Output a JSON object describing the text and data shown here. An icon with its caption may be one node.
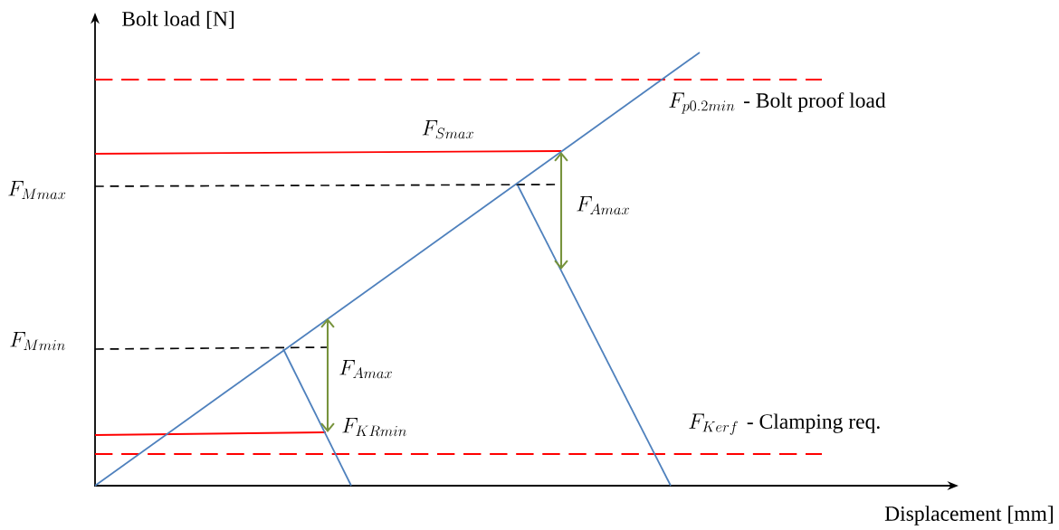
{
  "diagram": {
    "labels": [
      "Bolt load [N]",
      "F_{p0.2min}",
      "- Bolt proof load",
      "F_{Smax}",
      "F_{Mmax}",
      "F_{Amax}",
      "F_{Mmin}",
      "F_{Amax}",
      "F_{KRmin}",
      "F_{Kerf}",
      "- Clamping req.",
      "Displacement [mm]"
    ]
  }
}
